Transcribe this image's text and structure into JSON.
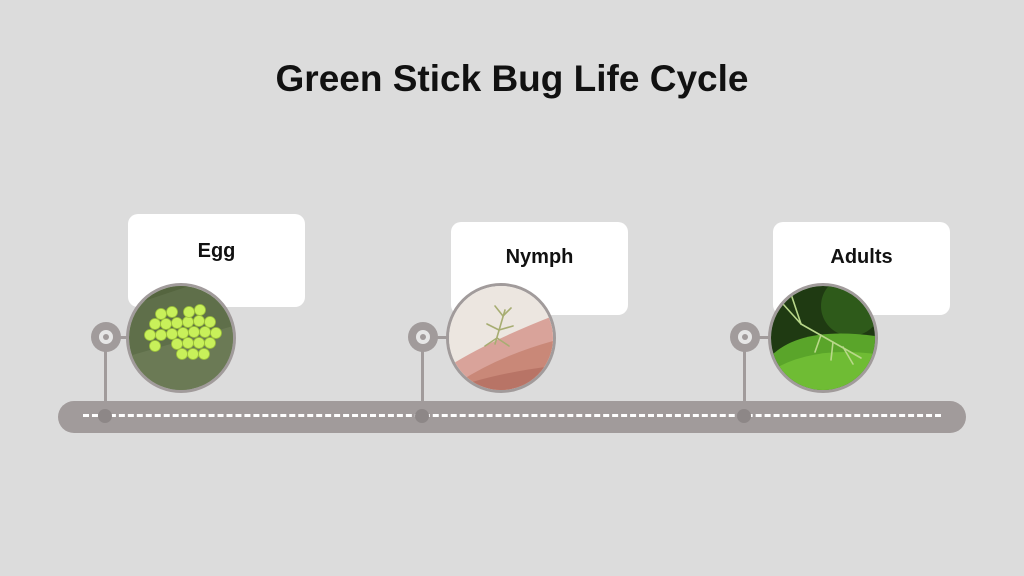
{
  "title": "Green Stick Bug Life Cycle",
  "stages": [
    {
      "label": "Egg",
      "image": "green-egg-cluster-photo"
    },
    {
      "label": "Nymph",
      "image": "stick-bug-nymph-on-hand-photo"
    },
    {
      "label": "Adults",
      "image": "adult-stick-bug-on-leaf-photo"
    }
  ],
  "colors": {
    "background": "#dcdcdc",
    "track": "#a19b9b",
    "card": "#ffffff",
    "text": "#111111"
  }
}
